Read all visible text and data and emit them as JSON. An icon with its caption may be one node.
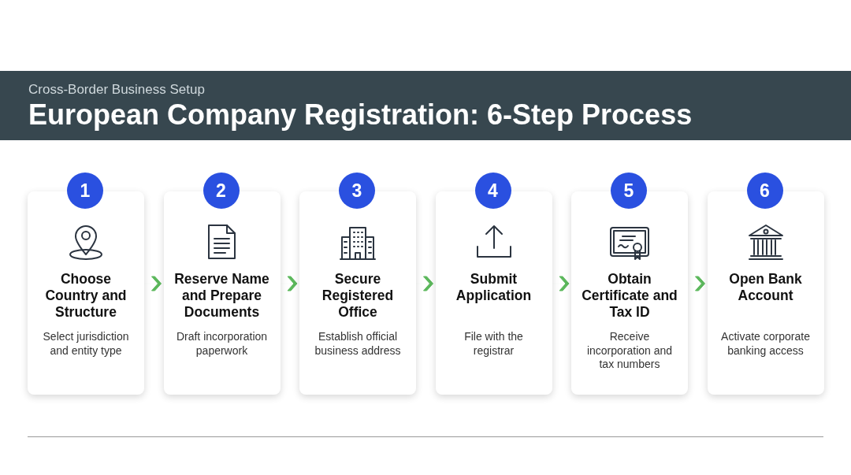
{
  "diagram": {
    "title": "European Company Registration: 6-Step Process",
    "nodes": [
      {
        "text": [
          "1",
          "Choose Country and Structure",
          "Select jurisdiction and entity type"
        ]
      },
      {
        "text": [
          "2",
          "Reserve Name and Prepare Documents",
          "Draft incorporation paperwork"
        ]
      },
      {
        "text": [
          "3",
          "Secure Registered Office",
          "Establish official business address"
        ]
      },
      {
        "text": [
          "4",
          "Submit Application",
          "File with the registrar"
        ]
      },
      {
        "text": [
          "5",
          "Obtain Certificate and Tax ID",
          "Receive incorporation and tax numbers"
        ]
      },
      {
        "text": [
          "6",
          "Open Bank Account",
          "Activate corporate banking access"
        ]
      }
    ],
    "edges": [
      {
        "from": 0,
        "to": 1,
        "arrow": "to"
      },
      {
        "from": 1,
        "to": 2,
        "arrow": "to"
      },
      {
        "from": 2,
        "to": 3,
        "arrow": "to"
      },
      {
        "from": 3,
        "to": 4,
        "arrow": "to"
      },
      {
        "from": 4,
        "to": 5,
        "arrow": "to"
      }
    ],
    "labels": [
      "Cross-Border Business Setup"
    ]
  }
}
